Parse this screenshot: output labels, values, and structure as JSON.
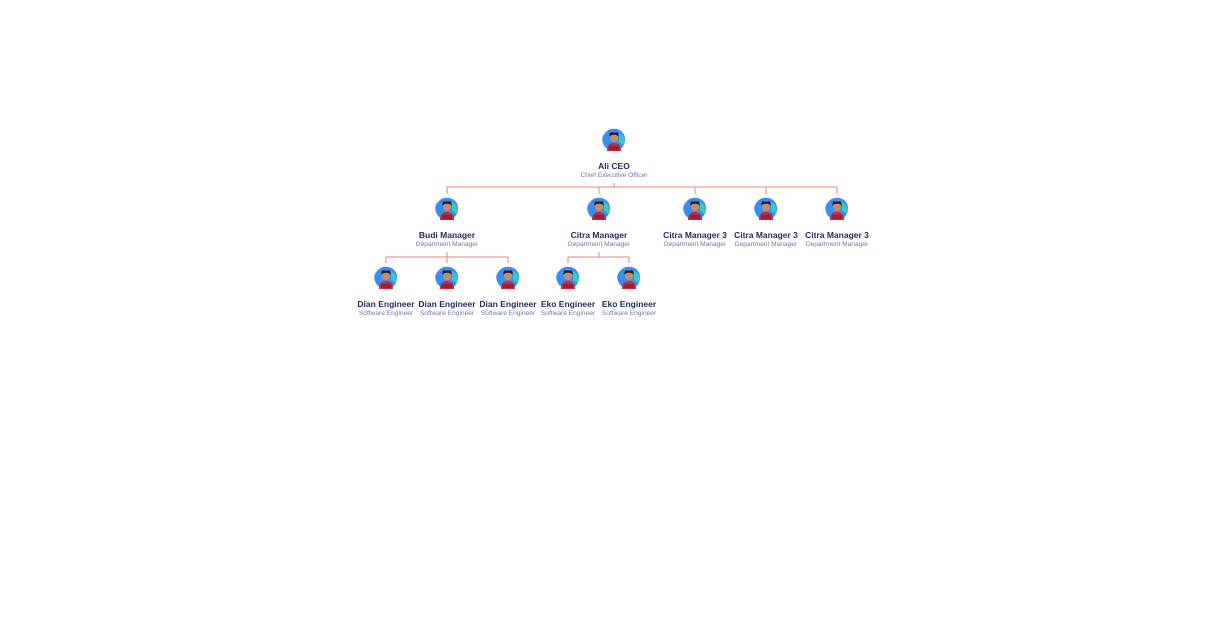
{
  "colors": {
    "connector": "#e8837b",
    "name_text": "#1f2a5c",
    "title_text": "#6f79a8",
    "avatar_blob": "#3b8ef0",
    "avatar_accent": "#39c9c4",
    "avatar_shirt": "#c6283d"
  },
  "org": {
    "ceo": {
      "name": "Ali CEO",
      "title": "Chief Executive Officer",
      "icon": "person-avatar-icon"
    },
    "managers": [
      {
        "name": "Budi Manager",
        "title": "Department Manager",
        "icon": "person-avatar-icon"
      },
      {
        "name": "Citra Manager",
        "title": "Department Manager",
        "icon": "person-avatar-icon"
      },
      {
        "name": "Citra Manager 3",
        "title": "Department Manager",
        "icon": "person-avatar-icon"
      },
      {
        "name": "Citra Manager 3",
        "title": "Department Manager",
        "icon": "person-avatar-icon"
      },
      {
        "name": "Citra Manager 3",
        "title": "Department Manager",
        "icon": "person-avatar-icon"
      }
    ],
    "budi_reports": [
      {
        "name": "Dian Engineer",
        "title": "Software Engineer",
        "icon": "person-avatar-icon"
      },
      {
        "name": "Dian Engineer",
        "title": "Software Engineer",
        "icon": "person-avatar-icon"
      },
      {
        "name": "Dian Engineer",
        "title": "Software Engineer",
        "icon": "person-avatar-icon"
      }
    ],
    "citra_reports": [
      {
        "name": "Eko Engineer",
        "title": "Software Engineer",
        "icon": "person-avatar-icon"
      },
      {
        "name": "Eko Engineer",
        "title": "Software Engineer",
        "icon": "person-avatar-icon"
      }
    ]
  }
}
